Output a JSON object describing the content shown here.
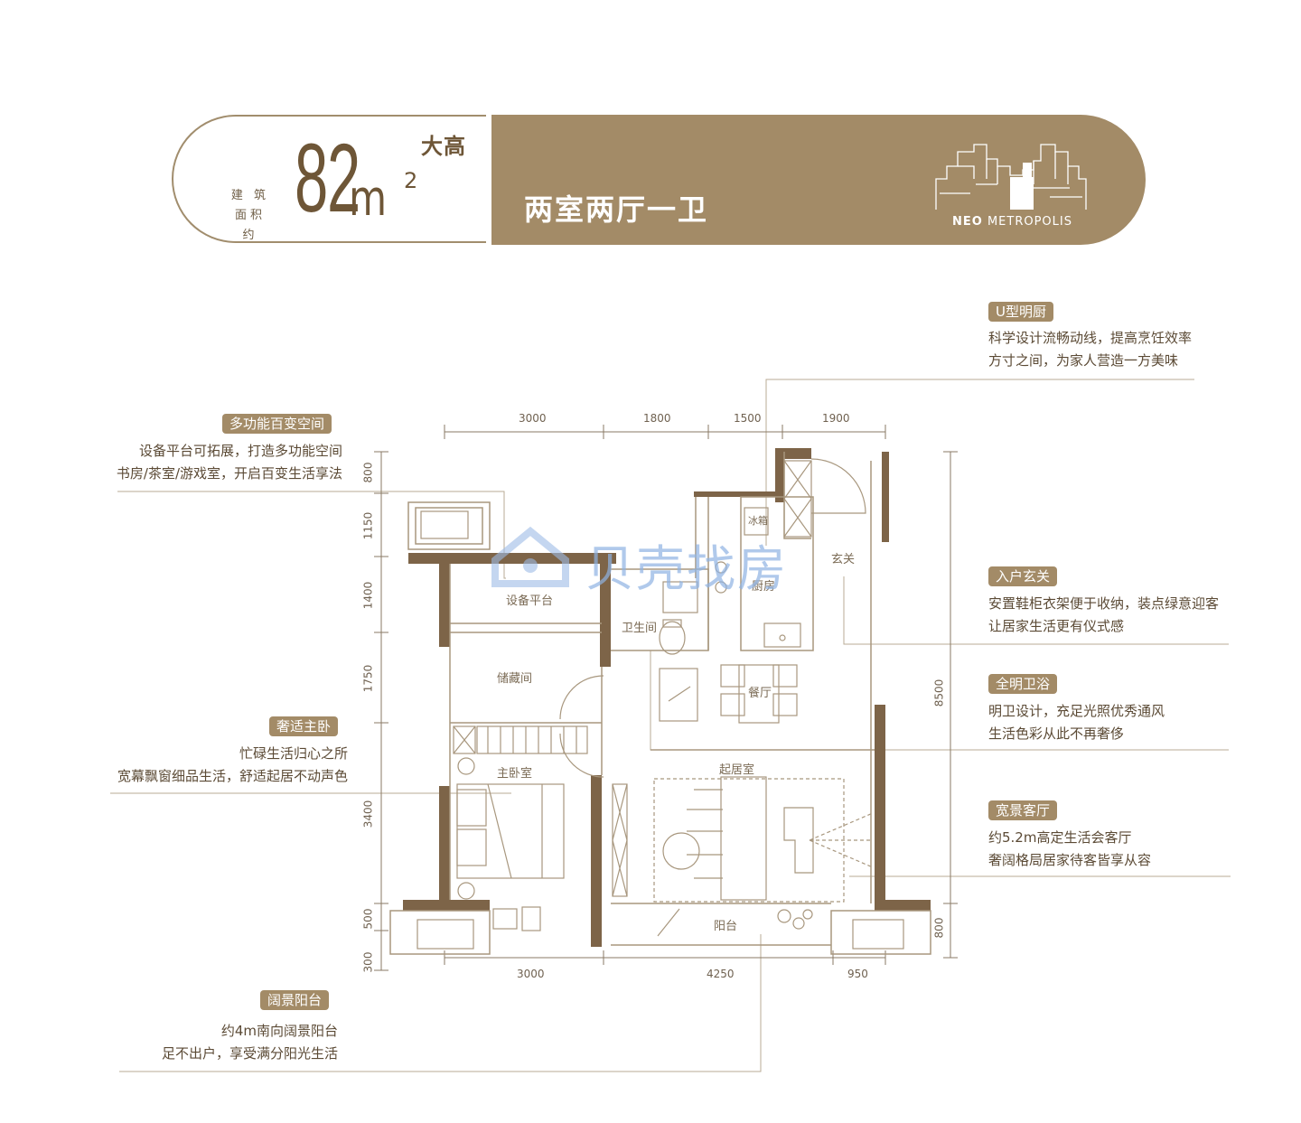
{
  "header": {
    "area_label_line1": "建 筑",
    "area_label_line2": "面积约",
    "area_number": "82",
    "area_unit": "m",
    "area_unit_sup": "2",
    "area_tag": "大高",
    "layout_title": "两室两厅一卫",
    "brand_name_bold": "NEO",
    "brand_name_rest": " METROPOLIS"
  },
  "features": [
    {
      "tag": "U型明厨",
      "line1": "科学设计流畅动线，提高烹饪效率",
      "line2": "方寸之间，为家人营造一方美味"
    },
    {
      "tag": "多功能百变空间",
      "line1": "设备平台可拓展，打造多功能空间",
      "line2": "书房/茶室/游戏室，开启百变生活享法"
    },
    {
      "tag": "入户玄关",
      "line1": "安置鞋柜衣架便于收纳，装点绿意迎客",
      "line2": "让居家生活更有仪式感"
    },
    {
      "tag": "全明卫浴",
      "line1": "明卫设计，充足光照优秀通风",
      "line2": "生活色彩从此不再奢侈"
    },
    {
      "tag": "奢适主卧",
      "line1": "忙碌生活归心之所",
      "line2": "宽幕飘窗细品生活，舒适起居不动声色"
    },
    {
      "tag": "宽景客厅",
      "line1": "约5.2m高定生活会客厅",
      "line2": "奢阔格局居家待客皆享从容"
    },
    {
      "tag": "阔景阳台",
      "line1": "约4m南向阔景阳台",
      "line2": "足不出户，享受满分阳光生活"
    }
  ],
  "rooms": {
    "equipment": "设备平台",
    "storage": "储藏间",
    "bathroom": "卫生间",
    "kitchen": "厨房",
    "foyer": "玄关",
    "dining": "餐厅",
    "master": "主卧室",
    "living": "起居室",
    "balcony": "阳台",
    "fridge": "冰箱"
  },
  "dimensions": {
    "top": [
      "3000",
      "1800",
      "1500",
      "1900"
    ],
    "bottom": [
      "3000",
      "4250",
      "950"
    ],
    "left": [
      "800",
      "1150",
      "1400",
      "1750",
      "3400",
      "500",
      "300"
    ],
    "right_total": "8500",
    "right_bottom": "800"
  },
  "watermark": "贝壳找房",
  "colors": {
    "accent": "#a38b67",
    "wall": "#7d6448",
    "text": "#5b4a35"
  }
}
